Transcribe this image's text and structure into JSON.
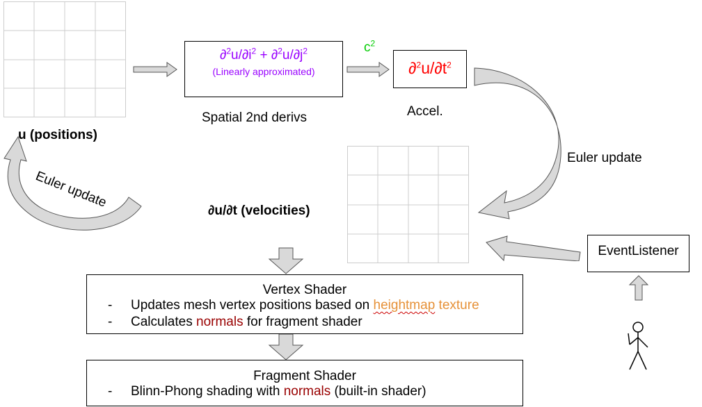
{
  "positions_label": "u (positions)",
  "velocities_label": "∂u/∂t (velocities)",
  "laplacian_box": {
    "part1": "∂",
    "sup1": "2",
    "part2": "u/∂i",
    "sup2": "2",
    "part3": " + ∂",
    "sup3": "2",
    "part4": "u/∂j",
    "sup4": "2",
    "subtitle": "(Linearly approximated)"
  },
  "spatial_label": "Spatial 2nd derivs",
  "c_squared": {
    "base": "c",
    "sup": "2"
  },
  "accel_box": {
    "part1": "∂",
    "sup1": "2",
    "part2": "u/∂t",
    "sup2": "2"
  },
  "accel_label": "Accel.",
  "euler_update_right": "Euler update",
  "euler_update_left": "Euler update",
  "event_listener": "EventListener",
  "vertex_shader": {
    "title": "Vertex Shader",
    "bullets": [
      {
        "dash": "-",
        "pre": "Updates mesh vertex positions based on ",
        "highlight": "heightmap",
        "mid": " ",
        "highlight2": "texture"
      },
      {
        "dash": "-",
        "pre": "Calculates ",
        "highlight": "normals",
        "post": " for fragment shader"
      }
    ]
  },
  "fragment_shader": {
    "title": "Fragment Shader",
    "bullets": [
      {
        "dash": "-",
        "pre": "Blinn-Phong shading with ",
        "highlight": "normals",
        "post": " (built-in shader)"
      }
    ]
  },
  "colors": {
    "laplacian": "#9900ff",
    "accel": "#ff0000",
    "c_squared": "#00cc00",
    "orange": "#e69138",
    "dark_red": "#990000",
    "arrow_fill": "#d9d9d9",
    "arrow_stroke": "#555555",
    "grid_line": "#cccccc"
  }
}
